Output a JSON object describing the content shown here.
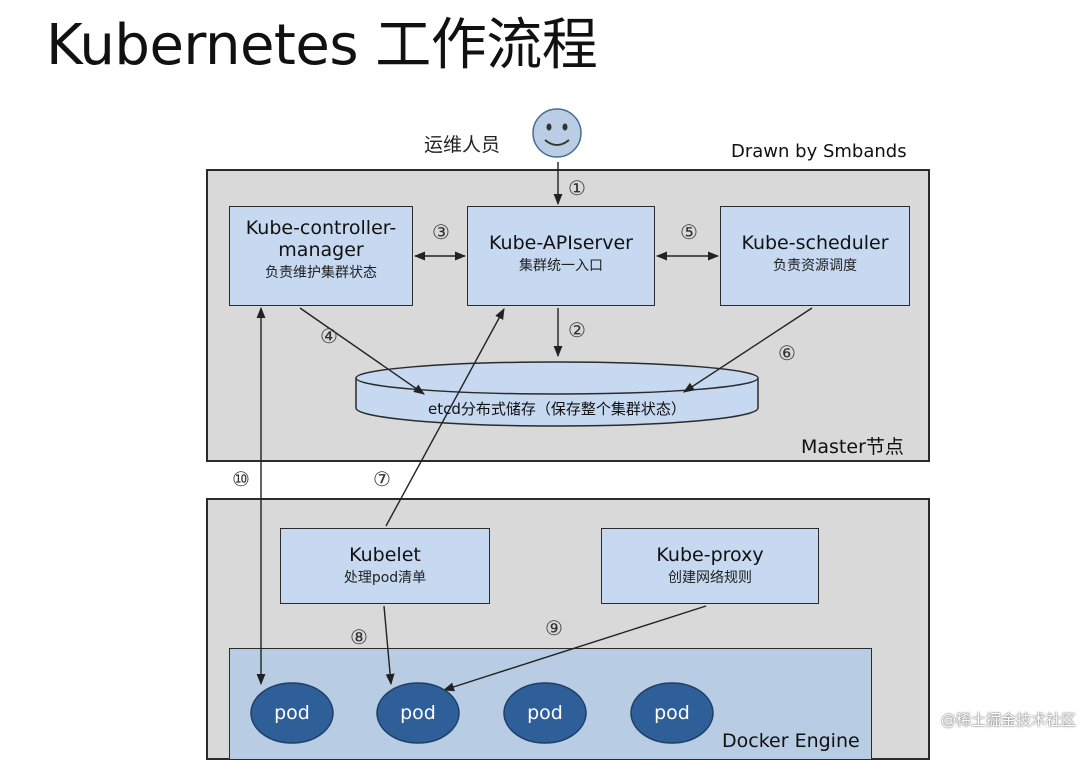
{
  "title": "Kubernetes 工作流程",
  "operator_label": "运维人员",
  "drawn_by": "Drawn by Smbands",
  "master": {
    "label": "Master节点",
    "controller": {
      "name": "Kube-controller-manager",
      "name_line1": "Kube-controller-",
      "name_line2": "manager",
      "desc": "负责维护集群状态"
    },
    "apiserver": {
      "name": "Kube-APIserver",
      "desc": "集群统一入口"
    },
    "scheduler": {
      "name": "Kube-scheduler",
      "desc": "负责资源调度"
    },
    "etcd": "etcd分布式储存（保存整个集群状态）"
  },
  "node": {
    "kubelet": {
      "name": "Kubelet",
      "desc": "处理pod清单"
    },
    "proxy": {
      "name": "Kube-proxy",
      "desc": "创建网络规则"
    },
    "docker_label": "Docker Engine",
    "pods": [
      "pod",
      "pod",
      "pod",
      "pod"
    ]
  },
  "steps": [
    "①",
    "②",
    "③",
    "④",
    "⑤",
    "⑥",
    "⑦",
    "⑧",
    "⑨",
    "⑩"
  ],
  "watermark": "@稀土掘金技术社区",
  "colors": {
    "region_bg": "#d9d9d9",
    "component_bg": "#c6d9f1",
    "docker_bg": "#b8cce4",
    "pod_fill": "#2e5f98",
    "smiley_fill": "#b9cde5"
  }
}
